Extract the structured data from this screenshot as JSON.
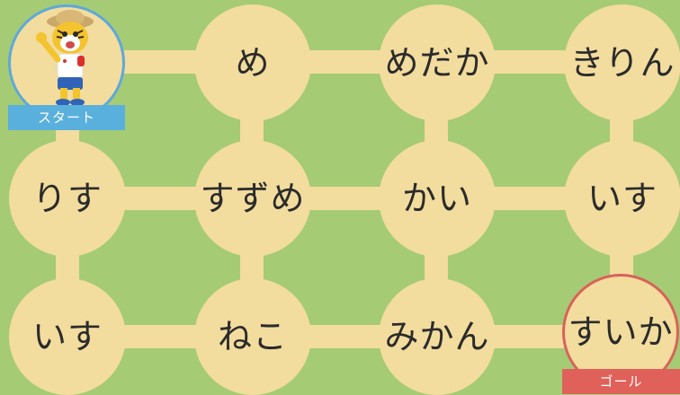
{
  "grid": {
    "rows": [
      [
        "め",
        "めだか",
        "きりん"
      ],
      [
        "りす",
        "すずめ",
        "かい",
        "いす"
      ],
      [
        "いす",
        "ねこ",
        "みかん",
        "すいか"
      ]
    ]
  },
  "start": {
    "label": "スタート",
    "mascot": "tiger-mascot-icon"
  },
  "goal": {
    "label": "ゴール",
    "word": "すいか"
  },
  "colors": {
    "background": "#a5cb75",
    "path": "#f2dc9e",
    "start_accent": "#5ab0dd",
    "goal_accent": "#df615a"
  }
}
